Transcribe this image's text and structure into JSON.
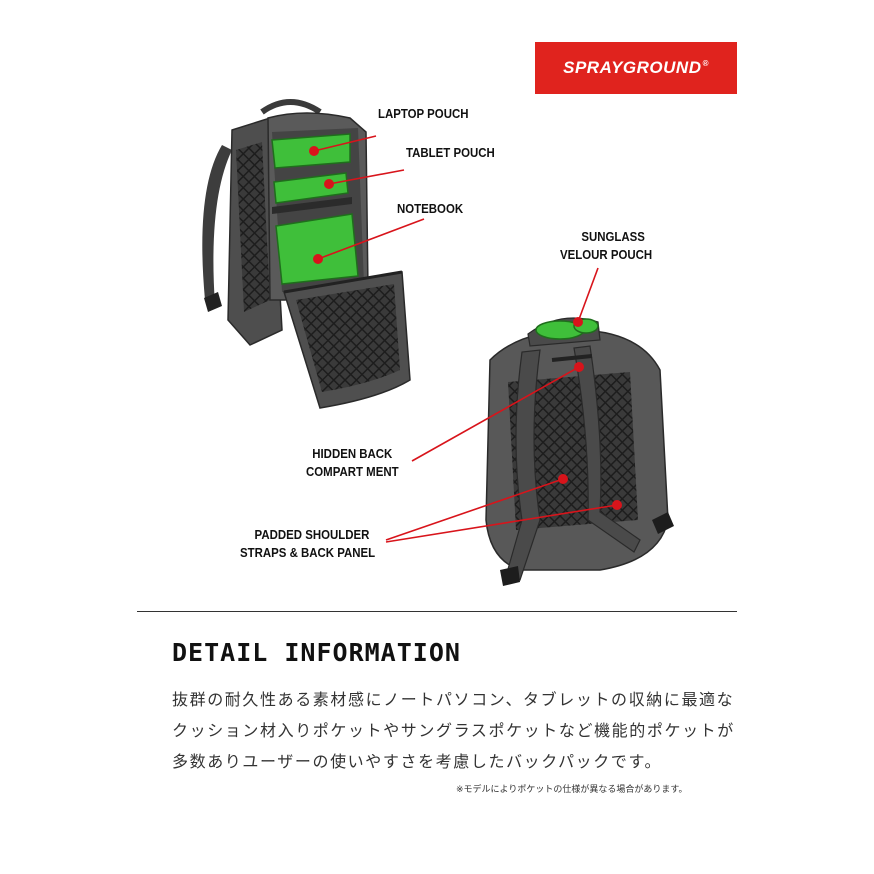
{
  "brand": {
    "name": "SPRAYGROUND",
    "mark": "®"
  },
  "callouts": {
    "laptop_pouch": "LAPTOP POUCH",
    "tablet_pouch": "TABLET POUCH",
    "notebook": "NOTEBOOK",
    "sunglass_line1": "SUNGLASS",
    "sunglass_line2": "VELOUR POUCH",
    "hidden_back_line1": "HIDDEN BACK",
    "hidden_back_line2": "COMPART MENT",
    "padded_line1": "PADDED SHOULDER",
    "padded_line2": "STRAPS & BACK PANEL"
  },
  "detail": {
    "heading": "DETAIL INFORMATION",
    "lines": [
      "抜群の耐久性ある素材感にノートパソコン、タブレットの収納に最適な",
      "クッション材入りポケットやサングラスポケットなど機能的ポケットが",
      "多数ありユーザーの使いやすさを考慮したバックパックです。"
    ],
    "note": "※モデルによりポケットの仕様が異なる場合があります。"
  },
  "colors": {
    "brand_red": "#e0231e",
    "pouch_green": "#3fbf3a",
    "bag_gray": "#5a5a5a",
    "pointer_red": "#d8141b"
  }
}
